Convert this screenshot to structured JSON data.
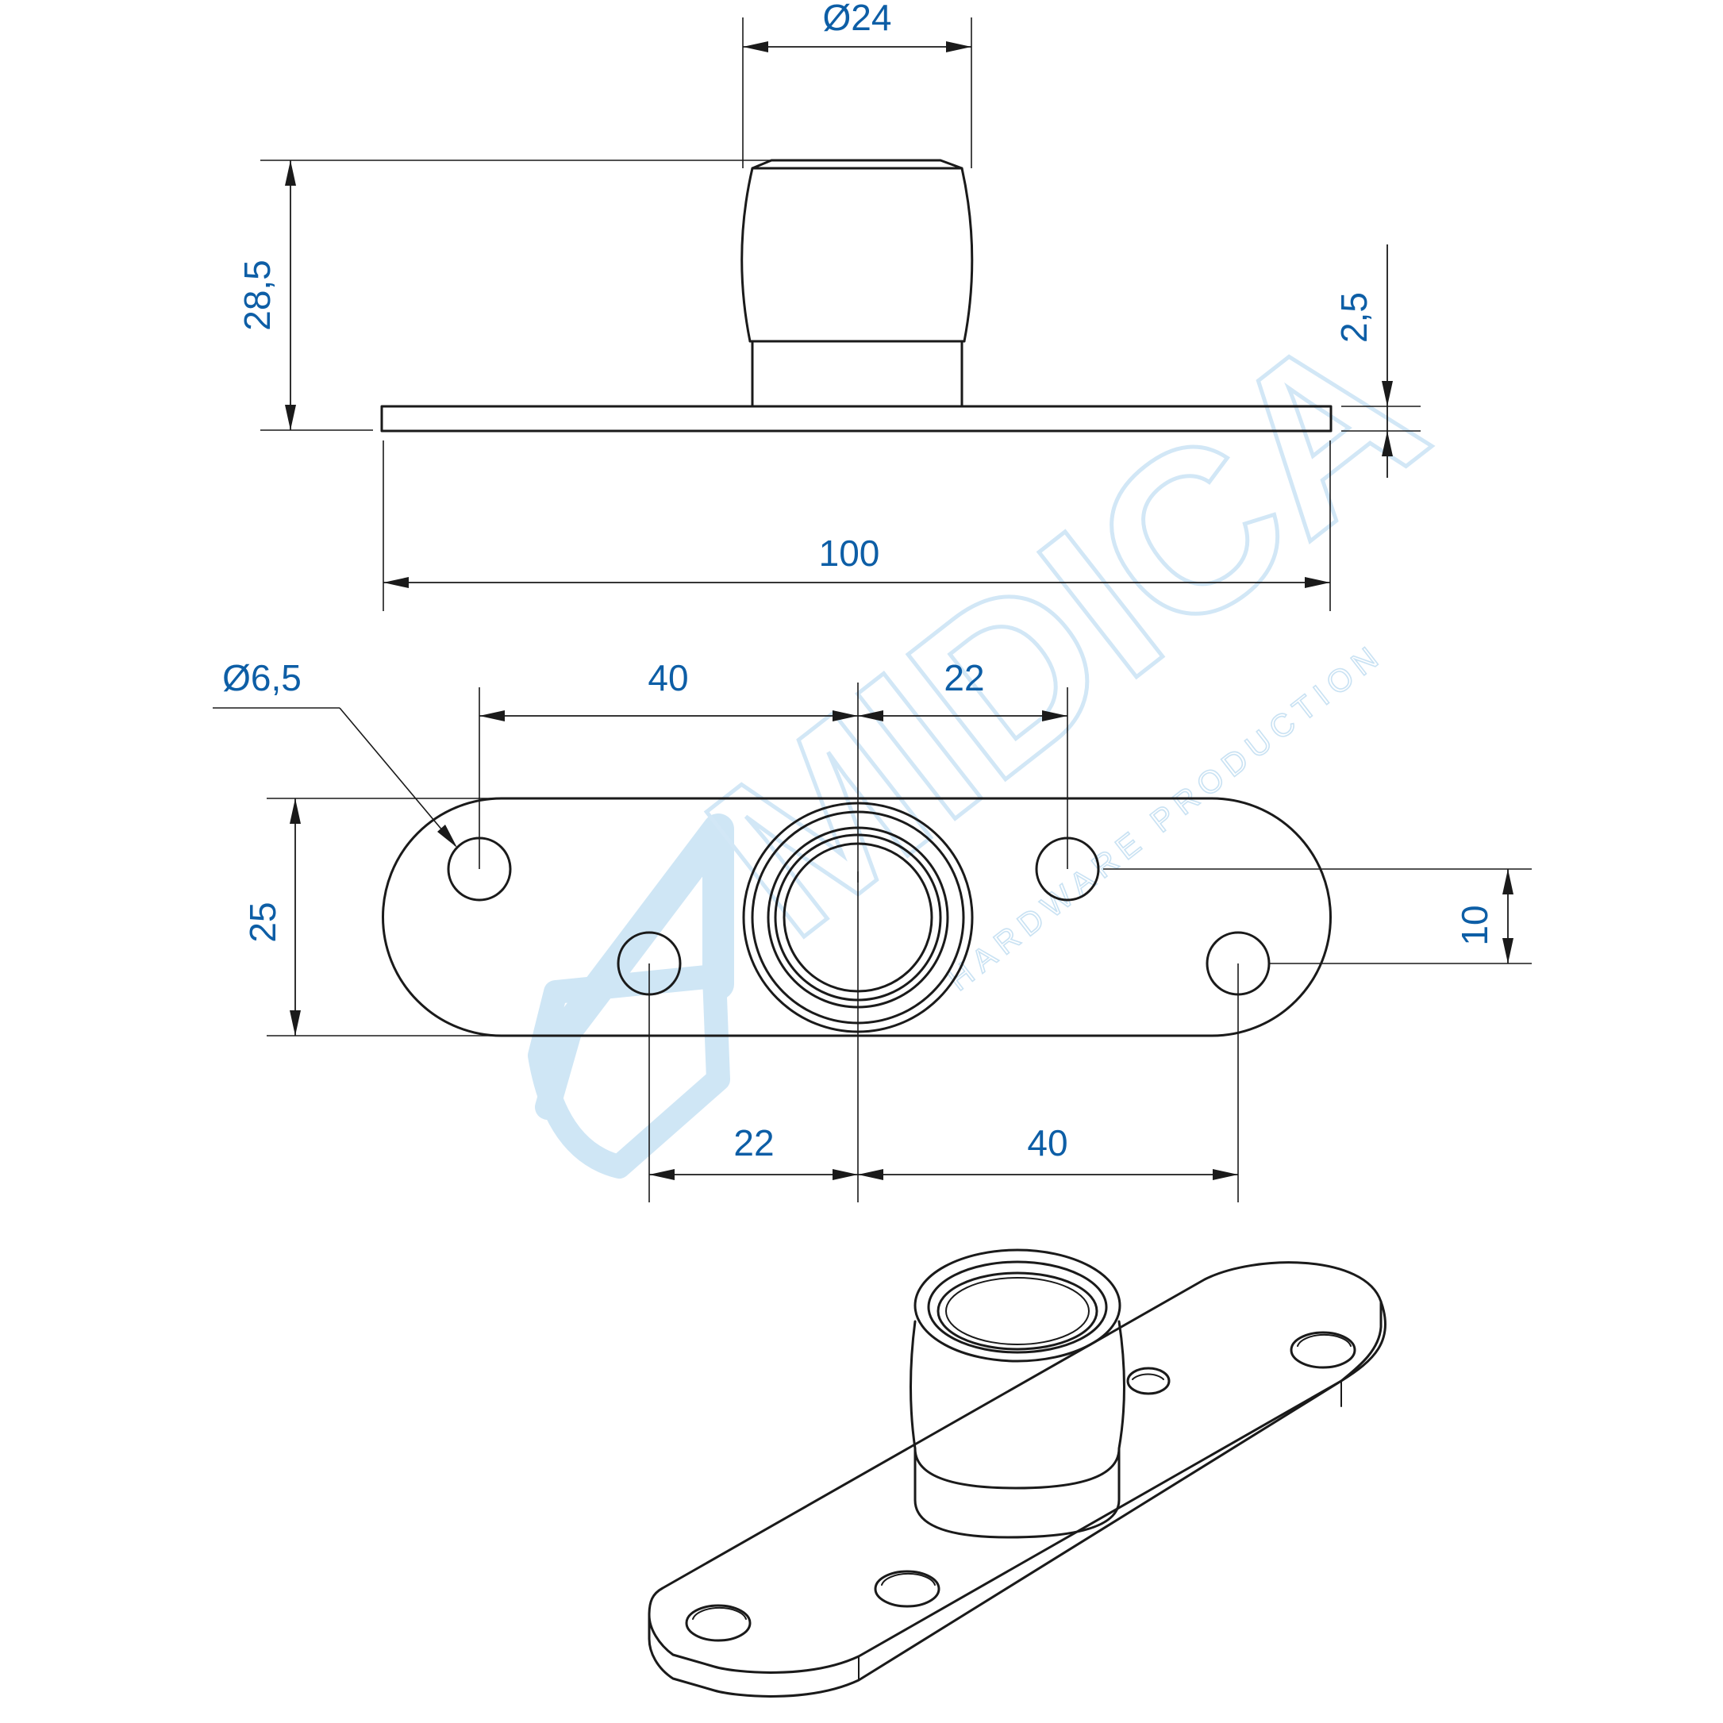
{
  "diagram": {
    "top_view": {
      "dim_diameter_roller": "Ø24",
      "dim_height_total": "28,5",
      "dim_plate_thickness": "2,5",
      "dim_plate_length": "100"
    },
    "plan_view": {
      "dim_hole_diameter": "Ø6,5",
      "dim_top_left_spacing": "40",
      "dim_top_right_spacing": "22",
      "dim_bottom_left_spacing": "22",
      "dim_bottom_right_spacing": "40",
      "dim_plate_width": "25",
      "dim_hole_offset": "10"
    },
    "watermark": {
      "brand": "MIDICA",
      "tagline": "HARDWARE PRODUCTION"
    },
    "colors": {
      "line": "#1a1a1a",
      "dimension_text": "#0d5ea6",
      "watermark": "#cfe6f5"
    }
  }
}
